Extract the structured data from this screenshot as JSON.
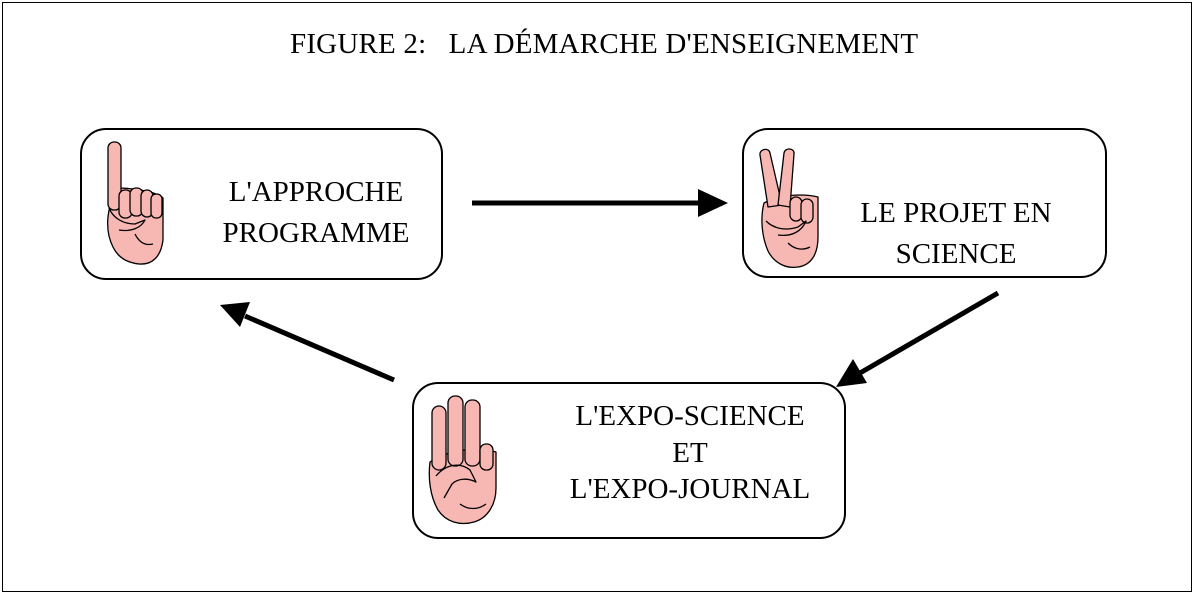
{
  "figure": {
    "title": "FIGURE 2:   LA DÉMARCHE D'ENSEIGNEMENT"
  },
  "steps": [
    {
      "line1": "L'APPROCHE",
      "line2": "PROGRAMME",
      "hand_icon": "hand-one-finger-icon"
    },
    {
      "line1": "LE PROJET EN",
      "line2": "SCIENCE",
      "hand_icon": "hand-two-fingers-icon"
    },
    {
      "line1": "L'EXPO-SCIENCE",
      "line2": "ET",
      "line3": "L'EXPO-JOURNAL",
      "hand_icon": "hand-three-fingers-icon"
    }
  ],
  "colors": {
    "hand_fill": "#f7b7b3",
    "hand_stroke": "#000000",
    "arrow": "#000000"
  }
}
